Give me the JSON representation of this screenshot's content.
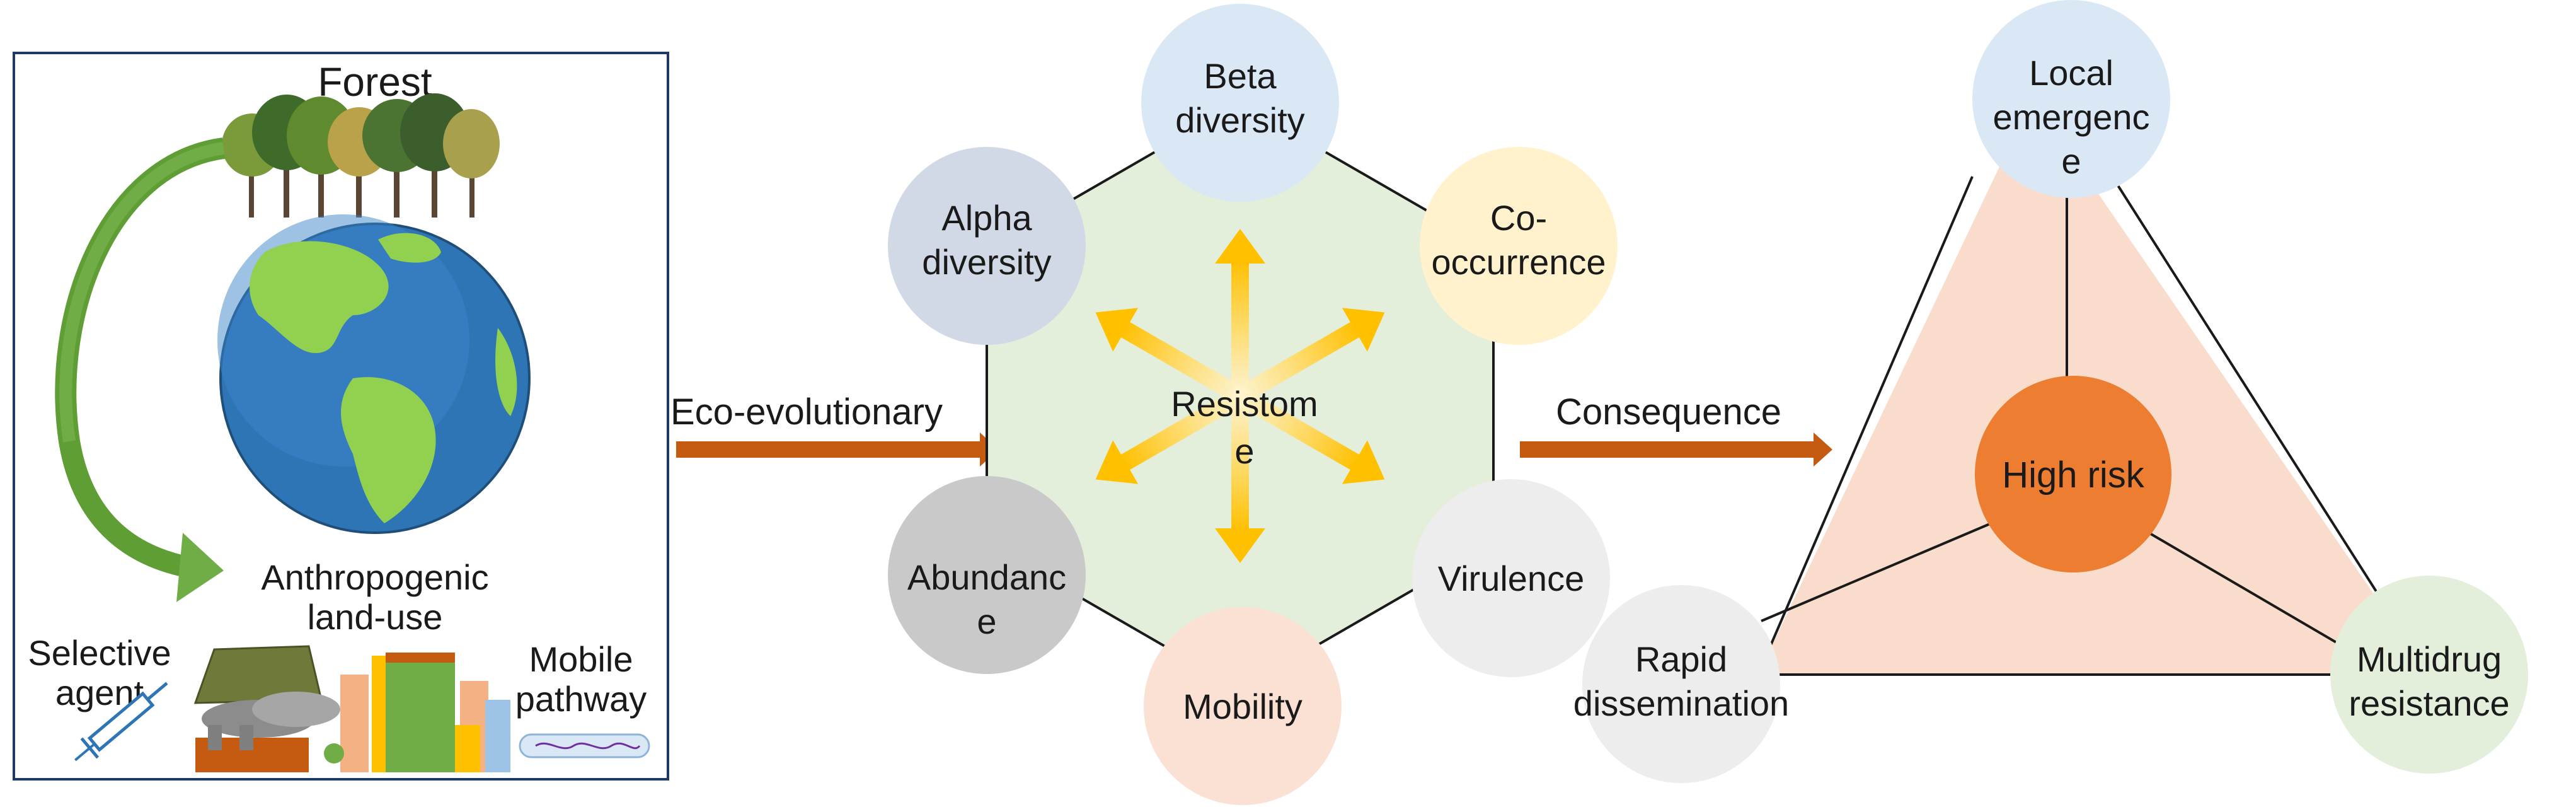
{
  "left_panel": {
    "top_label": "Forest",
    "bottom_label_line1": "Anthropogenic",
    "bottom_label_line2": "land-use",
    "selective_line1": "Selective",
    "selective_line2": "agent",
    "mobile_line1": "Mobile",
    "mobile_line2": "pathway"
  },
  "arrows": {
    "first": "Eco-evolutionary",
    "second": "Consequence"
  },
  "resistome": {
    "center_line1": "Resistom",
    "center_line2": "e",
    "nodes": {
      "beta": [
        "Beta",
        "diversity"
      ],
      "alpha": [
        "Alpha",
        "diversity"
      ],
      "cooccurrence": [
        "Co-",
        "occurrence"
      ],
      "abundance": [
        "Abundanc",
        "e"
      ],
      "virulence": [
        "Virulence"
      ],
      "mobility": [
        "Mobility"
      ]
    }
  },
  "risk": {
    "center": "High risk",
    "nodes": {
      "local": [
        "Local",
        "emergenc",
        "e"
      ],
      "rapid": [
        "Rapid",
        "dissemination"
      ],
      "multidrug": [
        "Multidrug",
        "resistance"
      ]
    }
  },
  "colors": {
    "hexagon_fill": "#e3efda",
    "triangle_fill": "#f9dccb",
    "arrow": "#c55a11",
    "high_risk": "#ed7d31",
    "yellow_arrow": "#ffc000"
  }
}
